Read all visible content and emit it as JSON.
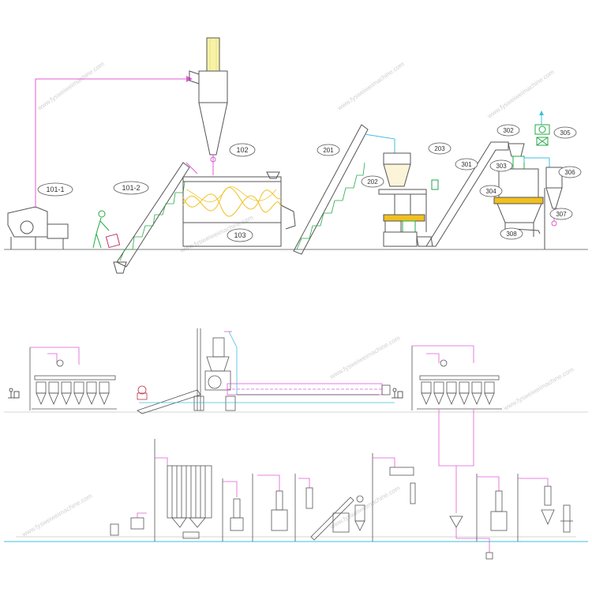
{
  "colors": {
    "line": "#555555",
    "pipe": "#e05cd6",
    "water": "#3fbfe0",
    "heat": "#f0c020",
    "green": "#22bb44",
    "cyclone_fill": "#f7f2a8"
  },
  "watermark": "www.fysweiweimachine.com",
  "labels": {
    "l101_1": "101-1",
    "l101_2": "101-2",
    "l102": "102",
    "l103": "103",
    "l201": "201",
    "l202": "202",
    "l203": "203",
    "l301": "301",
    "l302": "302",
    "l303": "303",
    "l304": "304",
    "l305": "305",
    "l306": "306",
    "l307": "307",
    "l308": "308"
  }
}
